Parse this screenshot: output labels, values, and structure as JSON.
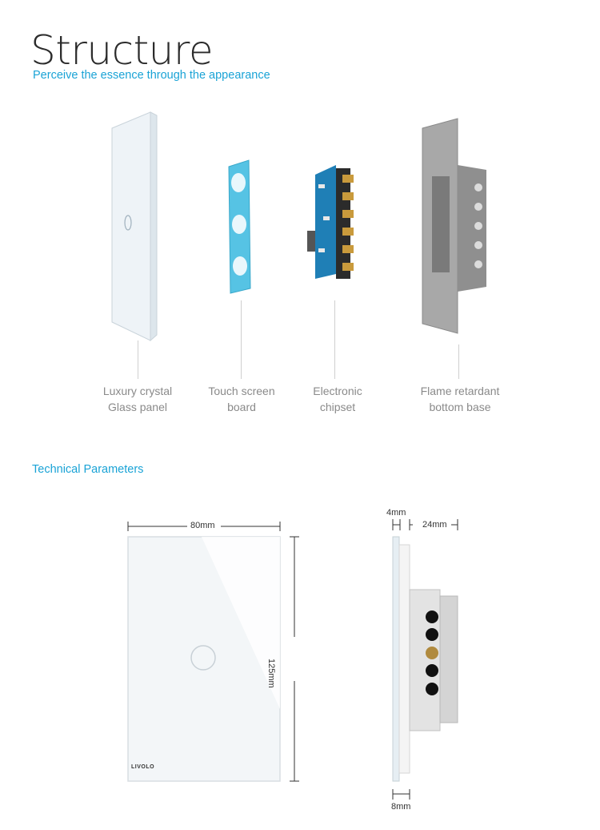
{
  "header": {
    "title": "Structure",
    "subtitle": "Perceive the essence  through the appearance"
  },
  "components": [
    {
      "line1": "Luxury crystal",
      "line2": "Glass panel"
    },
    {
      "line1": "Touch screen",
      "line2": "board"
    },
    {
      "line1": "Electronic",
      "line2": "chipset"
    },
    {
      "line1": "Flame retardant",
      "line2": "bottom base"
    }
  ],
  "technical": {
    "heading": "Technical Parameters",
    "width": "80mm",
    "height": "125mm",
    "glass_thickness": "4mm",
    "depth": "24mm",
    "frame_thickness": "8mm",
    "brand": "LIVOLO"
  },
  "colors": {
    "accent": "#1aa3d6",
    "label": "#8a8a8a",
    "board": "#56c3e4"
  }
}
